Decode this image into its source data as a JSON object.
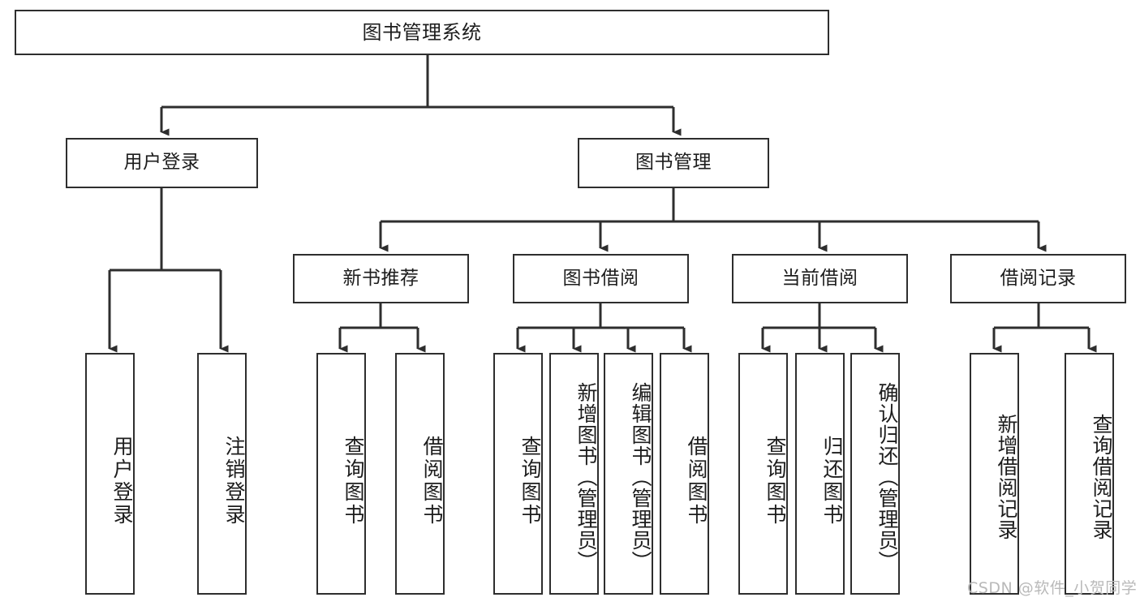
{
  "diagram": {
    "title": "图书管理系统",
    "type": "tree-hierarchy",
    "orientation": "top-down",
    "colors": {
      "box_border": "#2e2e2e",
      "box_fill": "#ffffff",
      "edge": "#2e2e2e",
      "text": "#1d1d1d",
      "watermark": "#b9b9b9",
      "background": "#ffffff"
    },
    "nodes": {
      "root": {
        "label": "图书管理系统"
      },
      "level2": [
        {
          "id": "user-login",
          "label": "用户登录"
        },
        {
          "id": "book-manage",
          "label": "图书管理"
        }
      ],
      "level3": [
        {
          "id": "new-book-recommend",
          "label": "新书推荐"
        },
        {
          "id": "book-borrow",
          "label": "图书借阅"
        },
        {
          "id": "current-borrow",
          "label": "当前借阅"
        },
        {
          "id": "borrow-record",
          "label": "借阅记录"
        }
      ],
      "leaves": [
        {
          "id": "leaf-user-login",
          "label": "用户登录",
          "parent": "user-login"
        },
        {
          "id": "leaf-logout-login",
          "label": "注销登录",
          "parent": "user-login"
        },
        {
          "id": "leaf-query-book-1",
          "label": "查询图书",
          "parent": "new-book-recommend"
        },
        {
          "id": "leaf-borrow-book-1",
          "label": "借阅图书",
          "parent": "new-book-recommend"
        },
        {
          "id": "leaf-query-book-2",
          "label": "查询图书",
          "parent": "book-borrow"
        },
        {
          "id": "leaf-add-book",
          "label": "新增图书（管理员）",
          "parent": "book-borrow"
        },
        {
          "id": "leaf-edit-book",
          "label": "编辑图书（管理员）",
          "parent": "book-borrow"
        },
        {
          "id": "leaf-borrow-book-2",
          "label": "借阅图书",
          "parent": "book-borrow"
        },
        {
          "id": "leaf-query-book-3",
          "label": "查询图书",
          "parent": "current-borrow"
        },
        {
          "id": "leaf-return-book",
          "label": "归还图书",
          "parent": "current-borrow"
        },
        {
          "id": "leaf-confirm-return",
          "label": "确认归还（管理员）",
          "parent": "current-borrow"
        },
        {
          "id": "leaf-add-record",
          "label": "新增借阅记录",
          "parent": "borrow-record"
        },
        {
          "id": "leaf-query-record",
          "label": "查询借阅记录",
          "parent": "borrow-record"
        }
      ]
    },
    "watermark": "CSDN @软件_小贺同学"
  }
}
